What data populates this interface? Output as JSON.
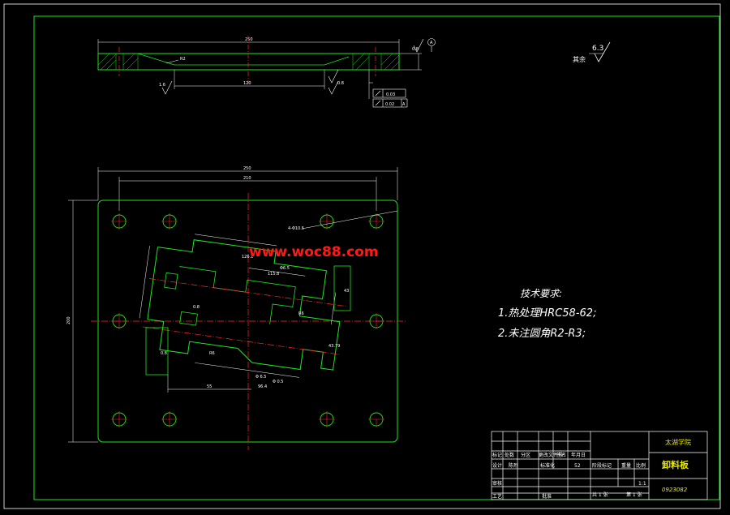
{
  "watermark": "www.woc88.com",
  "surface_finish": {
    "label": "其余",
    "value": "6.3"
  },
  "top_view": {
    "overall_dim": "250",
    "inner_dim": "120",
    "radius_note": "R2",
    "roughness_1": "1.6",
    "roughness_2": "0.8",
    "roughness_3": "0.8",
    "datum_label": "A",
    "tolerance_flatness": "0.03",
    "tolerance_parallel": "0.02",
    "tolerance_datum": "A"
  },
  "plan_view": {
    "width_overall": "250",
    "width_holes": "210",
    "height_overall": "200",
    "hole_note": "4-Φ10.5",
    "dims": [
      "126.1",
      "Φ6.5",
      "115.8",
      "R6",
      "43",
      "0.8",
      "Φ 6.5",
      "Φ 0.5",
      "96.4",
      "55",
      "43.79",
      "R6",
      "0.8"
    ]
  },
  "tech_requirements": {
    "title": "技术要求:",
    "line1": "1.热处理HRC58-62;",
    "line2": "2.未注圆角R2-R3;"
  },
  "title_block": {
    "school": "太湖学院",
    "part_name": "卸料板",
    "drawing_no": "0923082",
    "scale": "1:1",
    "row_headers": [
      "标记",
      "处数",
      "分区",
      "更改文件号",
      "签名",
      "年月日"
    ],
    "designer_label": "设计",
    "designer": "陈烈",
    "std_label": "标准化",
    "material_col": "阶段标记",
    "weight_col": "重量",
    "scale_col": "比例",
    "check_label": "审核",
    "process_label": "工艺",
    "approve_label": "批准",
    "sheets_total": "共 1 张",
    "sheet_no": "第 1 张",
    "material_value": "52"
  }
}
